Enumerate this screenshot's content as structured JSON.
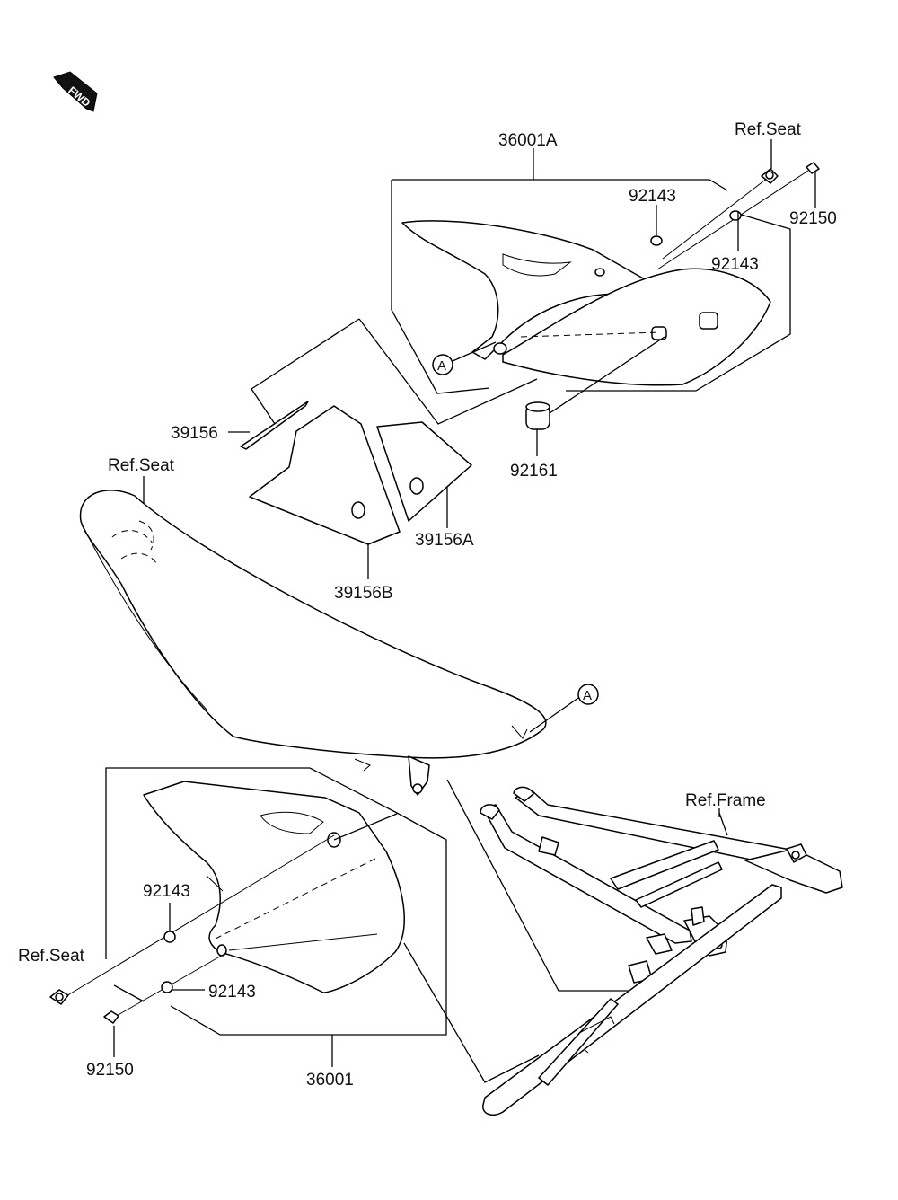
{
  "fwd_badge": {
    "text": "FWD"
  },
  "labels": {
    "p36001A": "36001A",
    "ref_seat_top": "Ref.Seat",
    "p92143_top": "92143",
    "p92150_top": "92150",
    "p92143_right": "92143",
    "p39156": "39156",
    "p92161": "92161",
    "ref_seat_mid": "Ref.Seat",
    "p39156A": "39156A",
    "p39156B": "39156B",
    "ref_frame": "Ref.Frame",
    "p92143_left": "92143",
    "ref_seat_left": "Ref.Seat",
    "p92143_lower": "92143",
    "p92150_left": "92150",
    "p36001": "36001"
  },
  "callouts": {
    "a_top": "A",
    "a_seat": "A"
  }
}
